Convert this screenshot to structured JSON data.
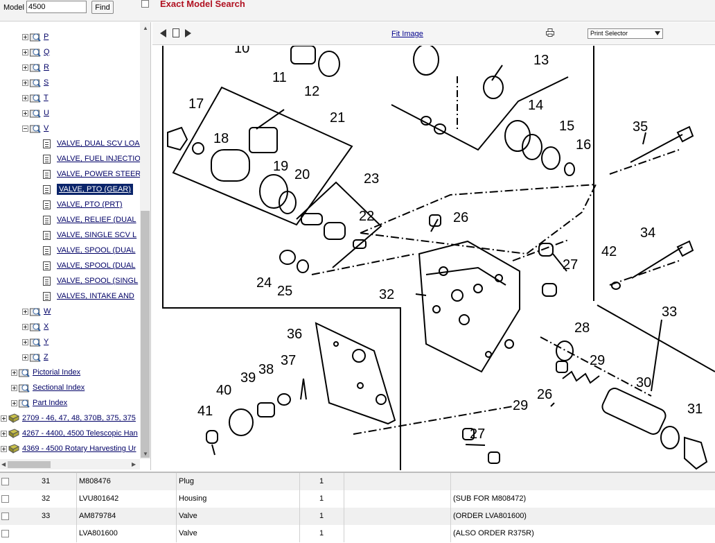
{
  "search": {
    "model_label": "Model",
    "model_value": "4500",
    "find_label": "Find",
    "exact_label": "Exact Model Search"
  },
  "tree": {
    "letters_top": [
      "P",
      "Q",
      "R",
      "S",
      "T",
      "U"
    ],
    "letter_v": "V",
    "v_items": [
      "VALVE, DUAL SCV LOAD",
      "VALVE, FUEL INJECTION",
      "VALVE, POWER STEERING",
      "VALVE, PTO (GEAR)",
      "VALVE, PTO (PRT)",
      "VALVE, RELIEF (DUAL",
      "VALVE, SINGLE SCV L",
      "VALVE, SPOOL (DUAL",
      "VALVE, SPOOL (DUAL",
      "VALVE, SPOOL (SINGL",
      "VALVES, INTAKE AND"
    ],
    "selected_index": 3,
    "letters_bottom": [
      "W",
      "X",
      "Y",
      "Z"
    ],
    "indexes": [
      "Pictorial Index",
      "Sectional Index",
      "Part Index"
    ],
    "books": [
      "2709 - 46, 47, 48, 370B, 375, 375",
      "4267 - 4400, 4500 Telescopic Han",
      "4369 - 4500 Rotary Harvesting Ur"
    ]
  },
  "image_toolbar": {
    "fit_image": "Fit Image",
    "print_selector": "Print Selector"
  },
  "diagram": {
    "callouts": [
      "10",
      "11",
      "12",
      "13",
      "14",
      "15",
      "16",
      "17",
      "18",
      "19",
      "20",
      "21",
      "22",
      "23",
      "24",
      "25",
      "26",
      "27",
      "28",
      "29",
      "30",
      "31",
      "32",
      "33",
      "34",
      "35",
      "36",
      "37",
      "38",
      "39",
      "40",
      "41",
      "42"
    ]
  },
  "parts": [
    {
      "ref": "31",
      "part": "M808476",
      "desc": "Plug",
      "qty": "1",
      "remarks": ""
    },
    {
      "ref": "32",
      "part": "LVU801642",
      "desc": "Housing",
      "qty": "1",
      "remarks": "(SUB FOR M808472)"
    },
    {
      "ref": "33",
      "part": "AM879784",
      "desc": "Valve",
      "qty": "1",
      "remarks": "(ORDER LVA801600)"
    },
    {
      "ref": "",
      "part": "LVA801600",
      "desc": "Valve",
      "qty": "1",
      "remarks": "(ALSO ORDER R375R)"
    }
  ],
  "colors": {
    "accent_red": "#b01020",
    "selection": "#0a246a",
    "link": "#000066"
  }
}
